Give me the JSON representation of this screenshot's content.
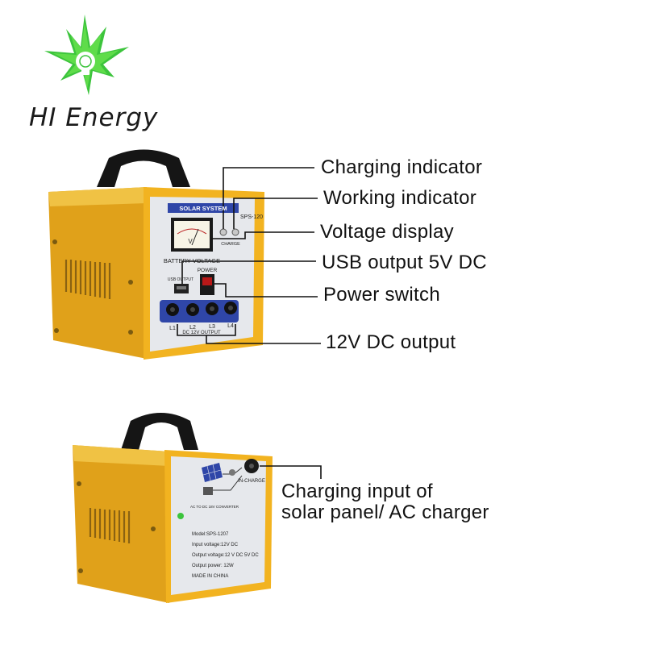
{
  "brand": {
    "name": "HI Energy",
    "accent": "#2fb52f"
  },
  "front_unit": {
    "panel_title": "SOLAR SYSTEM",
    "model_badge": "SPS-120",
    "meter_label": "BATTERY VOLTAGE",
    "meter_unit": "V",
    "charge_label": "CHARGE",
    "power_label": "POWER",
    "usb_label": "USB OUTPUT",
    "outputs": [
      "L1",
      "L2",
      "L3",
      "L4"
    ],
    "outputs_caption": "DC 12V OUTPUT"
  },
  "callouts": [
    "Charging indicator",
    "Working indicator",
    "Voltage display",
    "USB output 5V DC",
    "Power switch",
    "12V DC output"
  ],
  "back_unit": {
    "in_charge_label": "IN-CHARGE",
    "converter_label": "AC TO DC 18V CONVERTER",
    "spec_lines": [
      "Model:SPS-1207",
      "Input voltage:12V DC",
      "Output voltage:12 V DC   5V DC",
      "Output power: 12W",
      "MADE IN CHINA"
    ],
    "callout_lines": [
      "Charging input of",
      "solar panel/ AC charger"
    ]
  },
  "colors": {
    "housing": "#f2b320",
    "panel": "#e6e8ec",
    "socket_strip": "#2f46a8",
    "handle": "#151515"
  }
}
